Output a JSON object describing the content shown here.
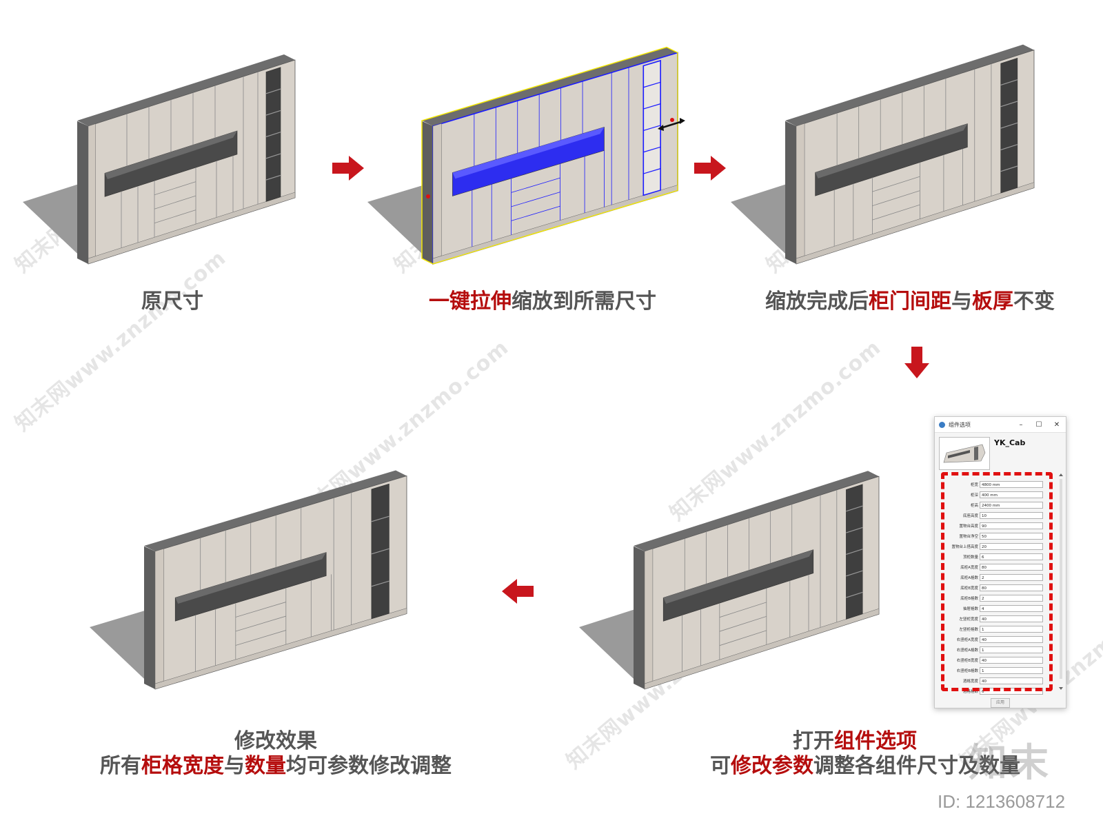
{
  "steps": [
    {
      "id": "original",
      "caption": [
        {
          "t": "原尺寸",
          "h": false
        }
      ]
    },
    {
      "id": "stretch",
      "caption": [
        {
          "t": "一键拉伸",
          "h": true
        },
        {
          "t": "缩放到所需尺寸",
          "h": false
        }
      ]
    },
    {
      "id": "scaled",
      "caption": [
        {
          "t": "缩放完成后",
          "h": false
        },
        {
          "t": "柜门间距",
          "h": true
        },
        {
          "t": "与",
          "h": false
        },
        {
          "t": "板厚",
          "h": true
        },
        {
          "t": "不变",
          "h": false
        }
      ]
    },
    {
      "id": "options",
      "caption_line1": [
        {
          "t": "打开",
          "h": false
        },
        {
          "t": "组件选项",
          "h": true
        }
      ],
      "caption_line2": [
        {
          "t": "可",
          "h": false
        },
        {
          "t": "修改参数",
          "h": true
        },
        {
          "t": "调整各组件尺寸及数量",
          "h": false
        }
      ]
    },
    {
      "id": "result",
      "caption_line1": [
        {
          "t": "修改效果",
          "h": false
        }
      ],
      "caption_line2": [
        {
          "t": "所有",
          "h": false
        },
        {
          "t": "柜格宽度",
          "h": true
        },
        {
          "t": "与",
          "h": false
        },
        {
          "t": "数量",
          "h": true
        },
        {
          "t": "均可参数修改调整",
          "h": false
        }
      ]
    }
  ],
  "dialog": {
    "title": "组件选项",
    "minimize": "–",
    "maximize": "☐",
    "close": "✕",
    "component_name": "YK_Cab",
    "button": "应用",
    "params": [
      {
        "label": "柜宽",
        "value": "4800 mm"
      },
      {
        "label": "柜深",
        "value": "400 mm"
      },
      {
        "label": "柜高",
        "value": "2400 mm"
      },
      {
        "label": "底座高度",
        "value": "10"
      },
      {
        "label": "置物台高度",
        "value": "90"
      },
      {
        "label": "置物台净空",
        "value": "50"
      },
      {
        "label": "置物台上搭高度",
        "value": "20"
      },
      {
        "label": "顶柜数量",
        "value": "6"
      },
      {
        "label": "底柜A宽度",
        "value": "80"
      },
      {
        "label": "底柜A格数",
        "value": "2"
      },
      {
        "label": "底柜B宽度",
        "value": "80"
      },
      {
        "label": "底柜B格数",
        "value": "2"
      },
      {
        "label": "抽屉格数",
        "value": "4"
      },
      {
        "label": "左竖柜宽度",
        "value": "40"
      },
      {
        "label": "左竖柜格数",
        "value": "1"
      },
      {
        "label": "右竖柜A宽度",
        "value": "40"
      },
      {
        "label": "右竖柜A格数",
        "value": "1"
      },
      {
        "label": "右竖柜B宽度",
        "value": "40"
      },
      {
        "label": "右竖柜B格数",
        "value": "1"
      },
      {
        "label": "酒格宽度",
        "value": "40"
      },
      {
        "label": "酒格格数",
        "value": "6"
      }
    ]
  },
  "watermark": "知末网www.znzmo.com",
  "logo": "知末",
  "id_text": "ID: 1213608712",
  "colors": {
    "accent": "#b50d0d",
    "caption": "#555555",
    "arrow": "#c8161d",
    "dashed": "#e01010",
    "select": "#1a1aff"
  }
}
